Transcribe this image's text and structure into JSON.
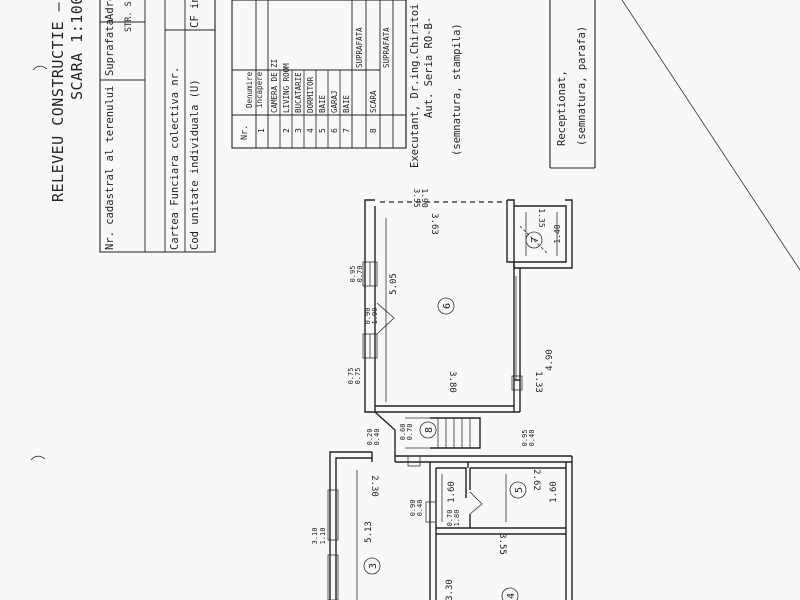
{
  "title": {
    "line1": "RELEVEU CONSTRUCTIE –",
    "line2": "SCARA 1:100"
  },
  "land_table": {
    "nr_cadastral": "Nr. cadastral al terenului",
    "suprafata": "Suprafata",
    "adresa": "Adre",
    "street": "STR. S",
    "carte_funciara": "Cartea Funciara colectiva nr.",
    "cod_unitate": "Cod unitate individuala (U)",
    "cf_ind": "CF ind"
  },
  "rooms_table": {
    "col_nr": "Nr.",
    "col_denumire_1": "Denumire",
    "col_denumire_2": "incapere",
    "col_suprafata": "SUPRAFATA",
    "rows": [
      {
        "nr": "1",
        "name": "CAMERA DE ZI"
      },
      {
        "nr": "2",
        "name": "LIVING ROOM"
      },
      {
        "nr": "3",
        "name": "BUCATARIE"
      },
      {
        "nr": "4",
        "name": "DORMITOR"
      },
      {
        "nr": "5",
        "name": "BAIE"
      },
      {
        "nr": "6",
        "name": "GARAJ"
      },
      {
        "nr": "7",
        "name": "BAIE"
      }
    ],
    "subtotal_label": "SUPRAFATA",
    "row8_nr": "8",
    "row8_name": "SCARA",
    "total_label": "SUPRAFATA"
  },
  "signatures": {
    "executant": "Executant,  Dr.ing.Chiritoi",
    "autorizatie": "Aut. Seria RO-B-",
    "executant_sig": "(semnatura, stampila)",
    "receptionat": "Receptionat,",
    "receptionat_sig": "(semnatura, parafa)"
  },
  "plan": {
    "room_labels": [
      "6",
      "7",
      "8",
      "5",
      "3",
      "4"
    ],
    "dims": {
      "top_3_55": "3.55",
      "top_1_90": "1.90",
      "d_3_63": "3.63",
      "d_1_35": "1.35",
      "d_1_40": "1.40",
      "d_5_05": "5.05",
      "d_4_90": "4.90",
      "d_3_80": "3.80",
      "d_1_33": "1.33",
      "w_0_95": "0.95",
      "w_0_70": "0.70",
      "w_0_90": "0.90",
      "w_1_90": "1.90",
      "w_0_75a": "0.75",
      "w_0_75b": "0.75",
      "w_0_20": "0.20",
      "w_0_40": "0.40",
      "w_0_60": "0.60",
      "w_0_70b": "0.70",
      "w_0_95b": "0.95",
      "w_0_40b": "0.40",
      "d_2_30": "2.30",
      "d_2_62": "2.62",
      "d_1_60a": "1.60",
      "d_1_60b": "1.60",
      "w_0_90b": "0.90",
      "w_0_40c": "0.40",
      "w_0_70c": "0.70",
      "w_1_80": "1.80",
      "d_3_55b": "3.55",
      "d_3_10": "3.10",
      "d_1_10": "1.10",
      "d_5_13": "5.13",
      "d_3_30": "3.30"
    }
  }
}
